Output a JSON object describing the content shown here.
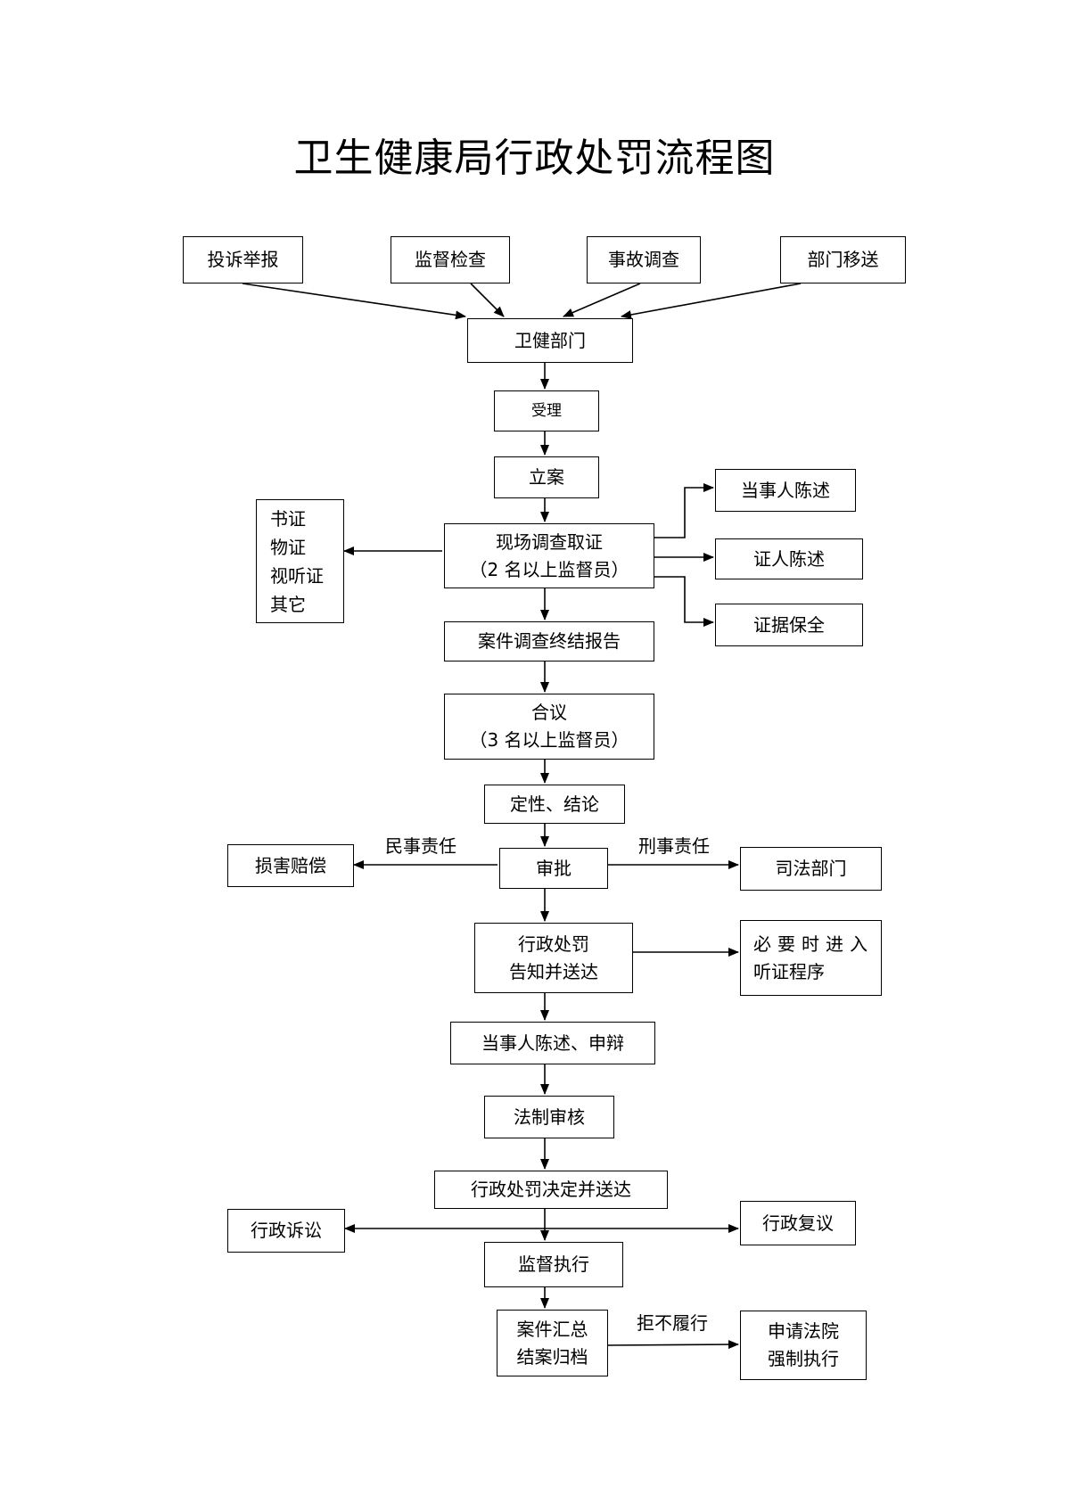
{
  "title": "卫生健康局行政处罚流程图",
  "sources": {
    "complaint": "投诉举报",
    "supervision": "监督检查",
    "accident": "事故调查",
    "transfer": "部门移送"
  },
  "steps": {
    "health_dept": "卫健部门",
    "accept": "受理",
    "register": "立案",
    "investigate_line1": "现场调查取证",
    "investigate_line2": "（2 名以上监督员）",
    "final_report": "案件调查终结报告",
    "deliberate_line1": "合议",
    "deliberate_line2": "（3 名以上监督员）",
    "conclusion": "定性、结论",
    "approve": "审批",
    "notice_line1": "行政处罚",
    "notice_line2": "告知并送达",
    "statement_defense": "当事人陈述、申辩",
    "legal_review": "法制审核",
    "decision": "行政处罚决定并送达",
    "execution": "监督执行",
    "archive_line1": "案件汇总",
    "archive_line2": "结案归档"
  },
  "evidence_types": [
    "书证",
    "物证",
    "视听证",
    "其它"
  ],
  "evidence_sources": {
    "party_statement": "当事人陈述",
    "witness_statement": "证人陈述",
    "preservation": "证据保全"
  },
  "branches": {
    "civil_label": "民事责任",
    "compensation": "损害赔偿",
    "criminal_label": "刑事责任",
    "judicial": "司法部门",
    "hearing_line1": "必要时进入",
    "hearing_line2": "听证程序",
    "admin_litigation": "行政诉讼",
    "admin_review": "行政复议",
    "refuse_label": "拒不履行",
    "court_line1": "申请法院",
    "court_line2": "强制执行"
  }
}
